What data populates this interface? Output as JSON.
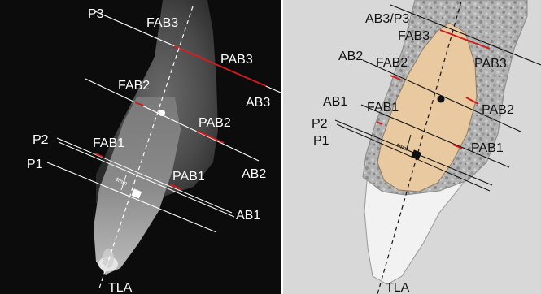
{
  "figure": {
    "left_panel": {
      "labels": {
        "p3": "P3",
        "fab3": "FAB3",
        "pab3": "PAB3",
        "ab3": "AB3",
        "fab2": "FAB2",
        "pab2": "PAB2",
        "ab2": "AB2",
        "p2": "P2",
        "fab1": "FAB1",
        "p1": "P1",
        "pab1": "PAB1",
        "ab1": "AB1",
        "tla": "TLA",
        "scale": "4mm"
      }
    },
    "right_panel": {
      "labels": {
        "ab3p3": "AB3/P3",
        "fab3": "FAB3",
        "pab3": "PAB3",
        "ab2": "AB2",
        "fab2": "FAB2",
        "pab2": "PAB2",
        "ab1": "AB1",
        "fab1": "FAB1",
        "pab1": "PAB1",
        "p2": "P2",
        "p1": "P1",
        "tla": "TLA",
        "scale": "4mm"
      }
    },
    "colors": {
      "ct_background": "#0c0c0c",
      "bone": "#a8a8a8",
      "root": "#e9c9a0",
      "tooth_fill": "#f2f2f2",
      "schematic_background": "#d8d8d8",
      "reference_line": "#d11a1a",
      "divider": "#ffffff"
    }
  }
}
